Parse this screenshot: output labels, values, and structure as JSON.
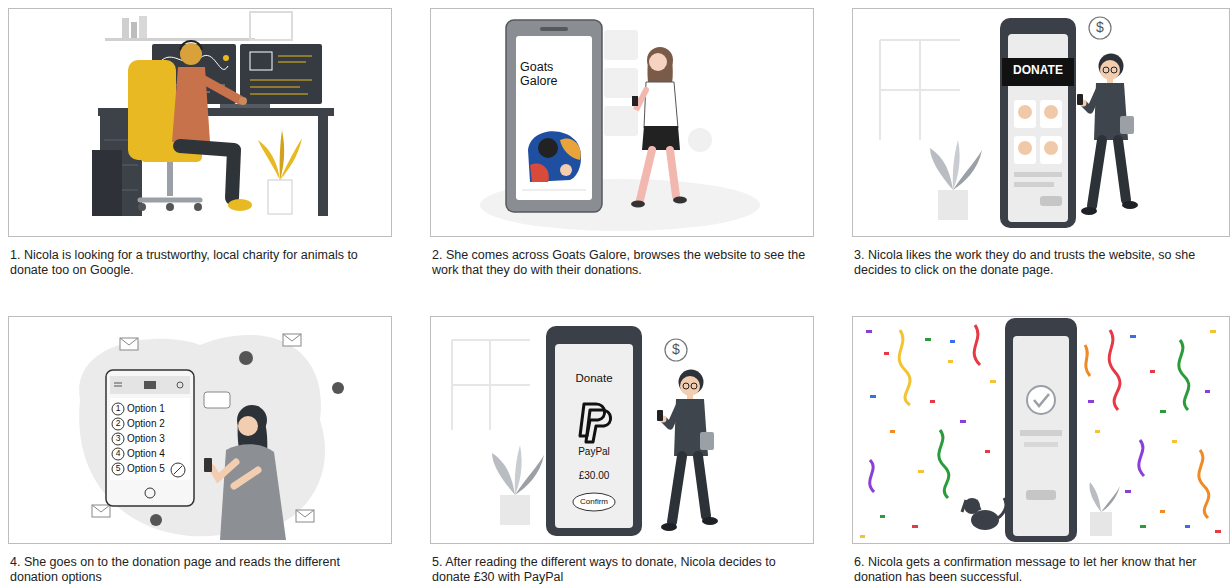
{
  "diagram": {
    "nodes": [
      {
        "text": [
          "1. Nicola is looking for a trustworthy, local charity for animals to donate too on Google."
        ]
      },
      {
        "text": [
          "2. She comes across Goats Galore, browses the website to see the work that they do with their donations."
        ]
      },
      {
        "text": [
          "3. Nicola likes the work they do and trusts the website, so she decides to click on the donate page."
        ]
      },
      {
        "text": [
          "4. She goes on to the donation page and reads the different donation options"
        ]
      },
      {
        "text": [
          "5. After reading the different ways to donate, Nicola decides to donate £30 with PayPal"
        ]
      },
      {
        "text": [
          "6. Nicola gets a confirmation message to let her know that her donation has been successful."
        ]
      }
    ],
    "labels": [
      "Goats Galore",
      "DONATE",
      "$",
      "1",
      "Option 1",
      "2",
      "Option 2",
      "3",
      "Option 3",
      "4",
      "Option 4",
      "5",
      "Option 5",
      "$",
      "Donate",
      "PayPal",
      "£30.00",
      "Confirm"
    ]
  }
}
